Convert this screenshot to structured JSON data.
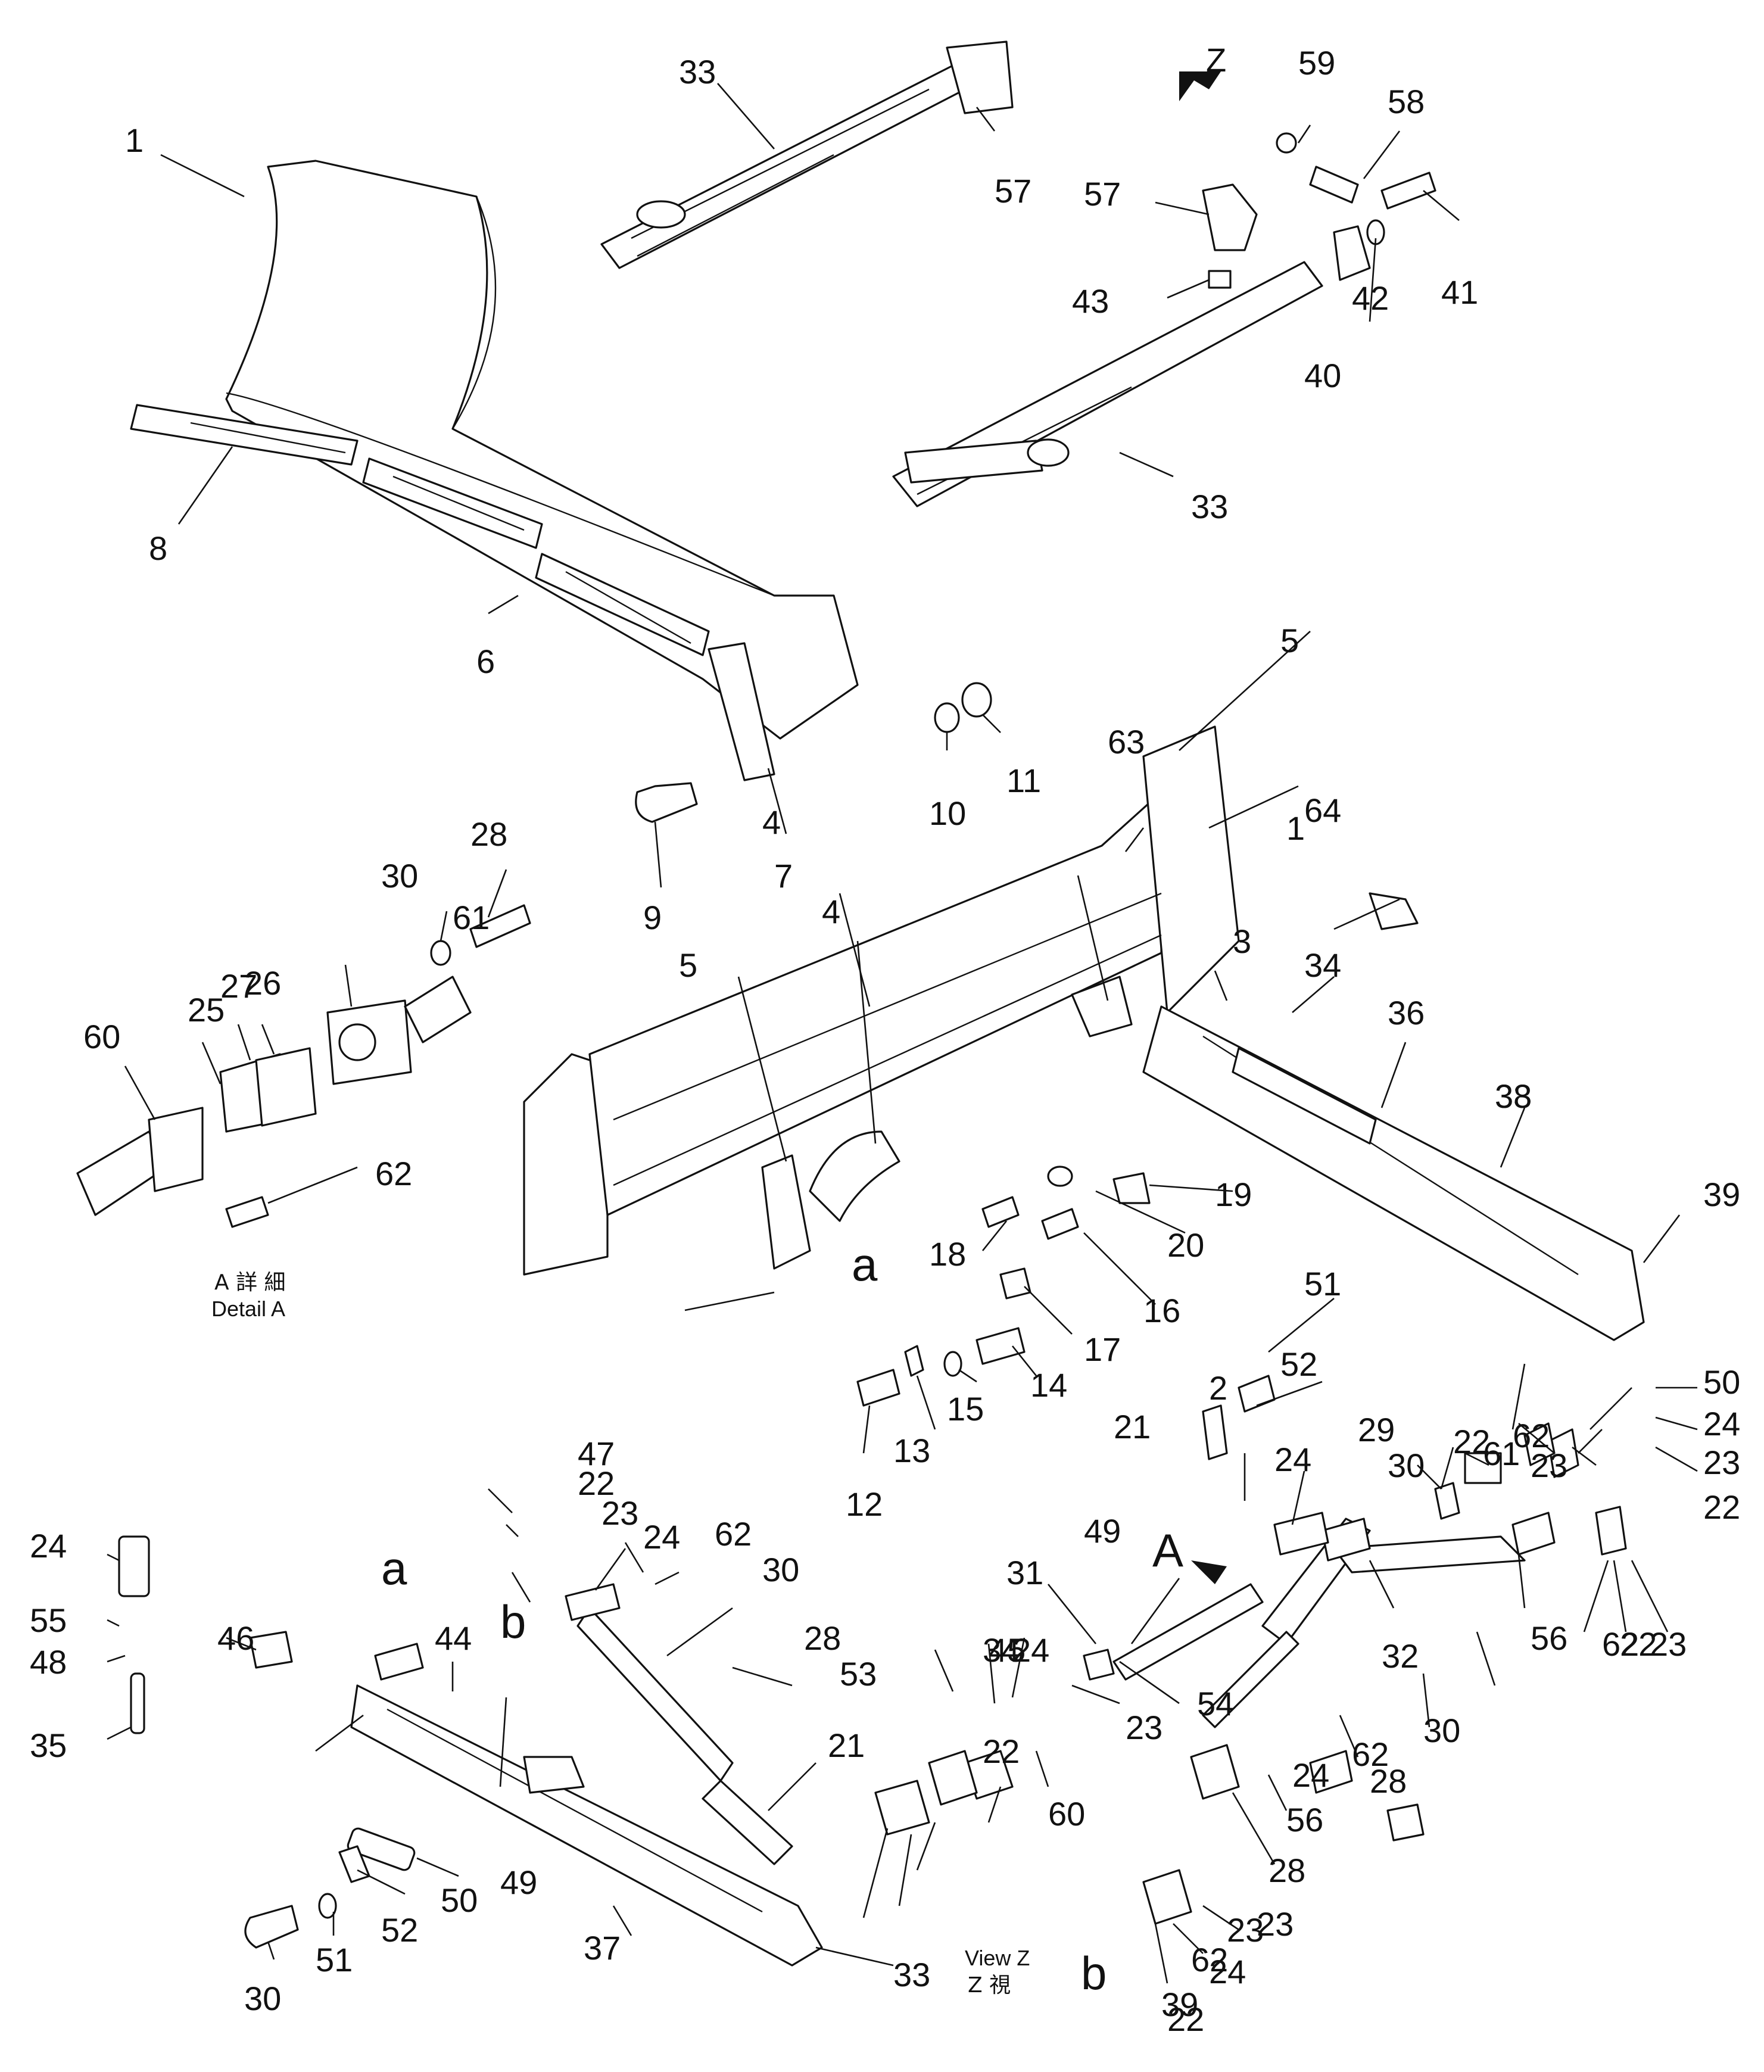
{
  "diagram": {
    "type": "exploded parts diagram",
    "captions": {
      "detail_a_jp": "A 詳 細",
      "detail_a_en": "Detail A",
      "view_z_en": "View Z",
      "view_z_jp": "Z 視"
    },
    "view_markers": {
      "z": "Z",
      "a_upper": "A",
      "a_lower_1": "a",
      "a_lower_2": "a",
      "b_1": "b",
      "b_2": "b"
    },
    "callouts": [
      "33",
      "57",
      "1",
      "59",
      "58",
      "57",
      "41",
      "43",
      "42",
      "40",
      "33",
      "8",
      "6",
      "10",
      "11",
      "9",
      "7",
      "63",
      "4",
      "5",
      "1",
      "64",
      "28",
      "30",
      "61",
      "26",
      "27",
      "25",
      "60",
      "62",
      "5",
      "4",
      "3",
      "34",
      "36",
      "38",
      "33",
      "19",
      "20",
      "18",
      "16",
      "17",
      "39",
      "51",
      "52",
      "14",
      "15",
      "13",
      "12",
      "2",
      "50",
      "24",
      "23",
      "22",
      "24",
      "29",
      "30",
      "61",
      "62",
      "23",
      "22",
      "21",
      "49",
      "31",
      "32",
      "56",
      "62",
      "22",
      "23",
      "24",
      "47",
      "22",
      "23",
      "24",
      "62",
      "30",
      "28",
      "53",
      "55",
      "48",
      "46",
      "44",
      "35",
      "45",
      "34",
      "24",
      "23",
      "22",
      "60",
      "21",
      "62",
      "54",
      "28",
      "30",
      "56",
      "28",
      "62",
      "22",
      "23",
      "24",
      "30",
      "51",
      "52",
      "50",
      "49",
      "37",
      "33",
      "39",
      "24",
      "23",
      "22"
    ]
  }
}
